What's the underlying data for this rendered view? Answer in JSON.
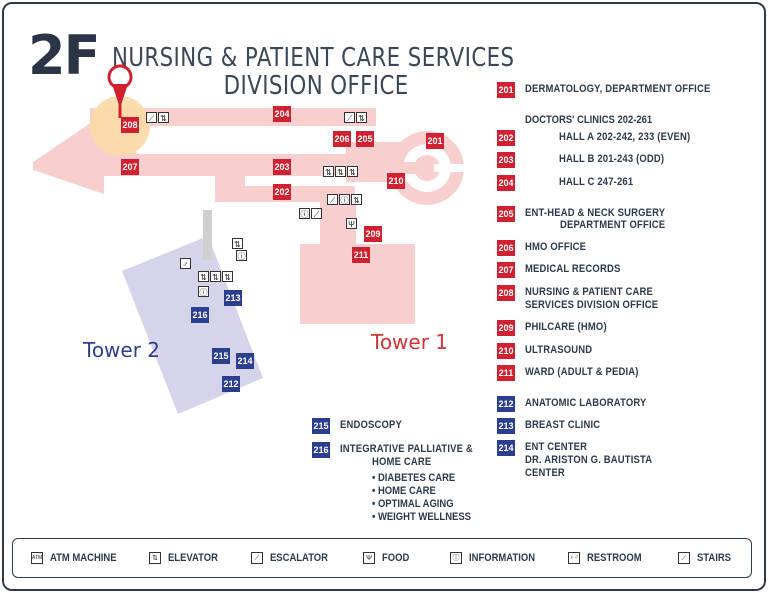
{
  "floor": "2F",
  "title": {
    "line1": "NURSING & PATIENT CARE SERVICES",
    "line2": "DIVISION OFFICE"
  },
  "towers": {
    "tower1": "Tower 1",
    "tower2": "Tower 2"
  },
  "map_rooms": [
    {
      "n": "208",
      "c": "red"
    },
    {
      "n": "204",
      "c": "red"
    },
    {
      "n": "206",
      "c": "red"
    },
    {
      "n": "205",
      "c": "red"
    },
    {
      "n": "201",
      "c": "red"
    },
    {
      "n": "207",
      "c": "red"
    },
    {
      "n": "203",
      "c": "red"
    },
    {
      "n": "210",
      "c": "red"
    },
    {
      "n": "202",
      "c": "red"
    },
    {
      "n": "209",
      "c": "red"
    },
    {
      "n": "211",
      "c": "red"
    },
    {
      "n": "213",
      "c": "blue"
    },
    {
      "n": "216",
      "c": "blue"
    },
    {
      "n": "215",
      "c": "blue"
    },
    {
      "n": "214",
      "c": "blue"
    },
    {
      "n": "212",
      "c": "blue"
    }
  ],
  "directory": {
    "r201": {
      "num": "201",
      "label": "DERMATOLOGY, DEPARTMENT OFFICE"
    },
    "clinics_head": "DOCTORS' CLINICS 202-261",
    "r202": {
      "num": "202",
      "label": "HALL A 202-242, 233 (EVEN)"
    },
    "r203": {
      "num": "203",
      "label": "HALL B 201-243 (ODD)"
    },
    "r204": {
      "num": "204",
      "label": "HALL C 247-261"
    },
    "r205": {
      "num": "205",
      "label1": "ENT-HEAD & NECK SURGERY",
      "label2": "DEPARTMENT OFFICE"
    },
    "r206": {
      "num": "206",
      "label": "HMO OFFICE"
    },
    "r207": {
      "num": "207",
      "label": "MEDICAL RECORDS"
    },
    "r208": {
      "num": "208",
      "label1": "NURSING & PATIENT CARE",
      "label2": "SERVICES DIVISION OFFICE"
    },
    "r209": {
      "num": "209",
      "label": "PHILCARE (HMO)"
    },
    "r210": {
      "num": "210",
      "label": "ULTRASOUND"
    },
    "r211": {
      "num": "211",
      "label": "WARD (ADULT & PEDIA)"
    },
    "r212": {
      "num": "212",
      "label": "ANATOMIC LABORATORY"
    },
    "r213": {
      "num": "213",
      "label": "BREAST CLINIC"
    },
    "r214": {
      "num": "214",
      "label1": "ENT CENTER",
      "label2": "DR. ARISTON G. BAUTISTA",
      "label3": "CENTER"
    },
    "r215": {
      "num": "215",
      "label": "ENDOSCOPY"
    },
    "r216": {
      "num": "216",
      "label1": "INTEGRATIVE PALLIATIVE &",
      "label2": "HOME CARE"
    },
    "bullets": [
      "• DIABETES CARE",
      "• HOME CARE",
      "• OPTIMAL AGING",
      "• WEIGHT WELLNESS"
    ]
  },
  "key": {
    "atm": {
      "icon": "ATM",
      "label": "ATM MACHINE"
    },
    "elevator": {
      "icon": "⇅",
      "label": "ELEVATOR"
    },
    "escalator": {
      "icon": "⟋",
      "label": "ESCALATOR"
    },
    "food": {
      "icon": "Ψ",
      "label": "FOOD"
    },
    "information": {
      "icon": "ⓘ",
      "label": "INFORMATION"
    },
    "restroom": {
      "icon": "♀♂",
      "label": "RESTROOM"
    },
    "stairs": {
      "icon": "⟋",
      "label": "STAIRS"
    }
  },
  "colors": {
    "tower1_fill": "#f6c8c8",
    "tower2_fill": "#d3d2ea",
    "red_room": "#d1202f",
    "blue_room": "#2c3f8e",
    "highlight": "#f9d7a3",
    "pin": "#d1202f"
  }
}
